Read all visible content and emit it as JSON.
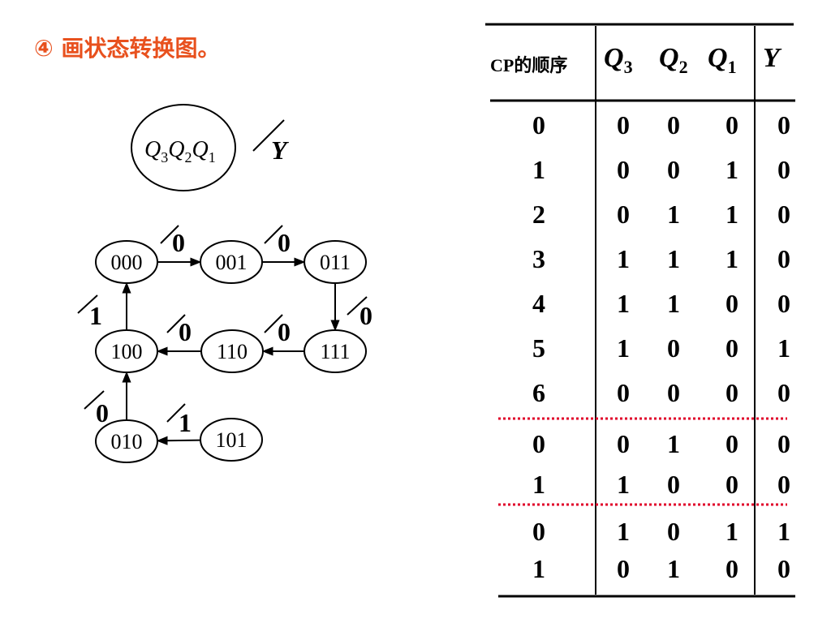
{
  "title": "④ 画状态转换图。",
  "legend": {
    "state_q": "Q",
    "subs": [
      "3",
      "2",
      "1"
    ],
    "output": "Y"
  },
  "states": [
    "000",
    "001",
    "011",
    "111",
    "110",
    "100",
    "010",
    "101"
  ],
  "transitions": [
    {
      "from": "000",
      "to": "001",
      "output": "0"
    },
    {
      "from": "001",
      "to": "011",
      "output": "0"
    },
    {
      "from": "011",
      "to": "111",
      "output": "0"
    },
    {
      "from": "111",
      "to": "110",
      "output": "0"
    },
    {
      "from": "110",
      "to": "100",
      "output": "0"
    },
    {
      "from": "100",
      "to": "000",
      "output": "1"
    },
    {
      "from": "010",
      "to": "100",
      "output": "0"
    },
    {
      "from": "101",
      "to": "010",
      "output": "1"
    }
  ],
  "table": {
    "header_cp": "CP的顺序",
    "q_letter": "Q",
    "q_subs": [
      "3",
      "2",
      "1"
    ],
    "header_y": "Y",
    "groups": [
      [
        [
          "0",
          "0",
          "0",
          "0",
          "0"
        ],
        [
          "1",
          "0",
          "0",
          "1",
          "0"
        ],
        [
          "2",
          "0",
          "1",
          "1",
          "0"
        ],
        [
          "3",
          "1",
          "1",
          "1",
          "0"
        ],
        [
          "4",
          "1",
          "1",
          "0",
          "0"
        ],
        [
          "5",
          "1",
          "0",
          "0",
          "1"
        ],
        [
          "6",
          "0",
          "0",
          "0",
          "0"
        ]
      ],
      [
        [
          "0",
          "0",
          "1",
          "0",
          "0"
        ],
        [
          "1",
          "1",
          "0",
          "0",
          "0"
        ]
      ],
      [
        [
          "0",
          "1",
          "0",
          "1",
          "1"
        ],
        [
          "1",
          "0",
          "1",
          "0",
          "0"
        ]
      ]
    ]
  }
}
